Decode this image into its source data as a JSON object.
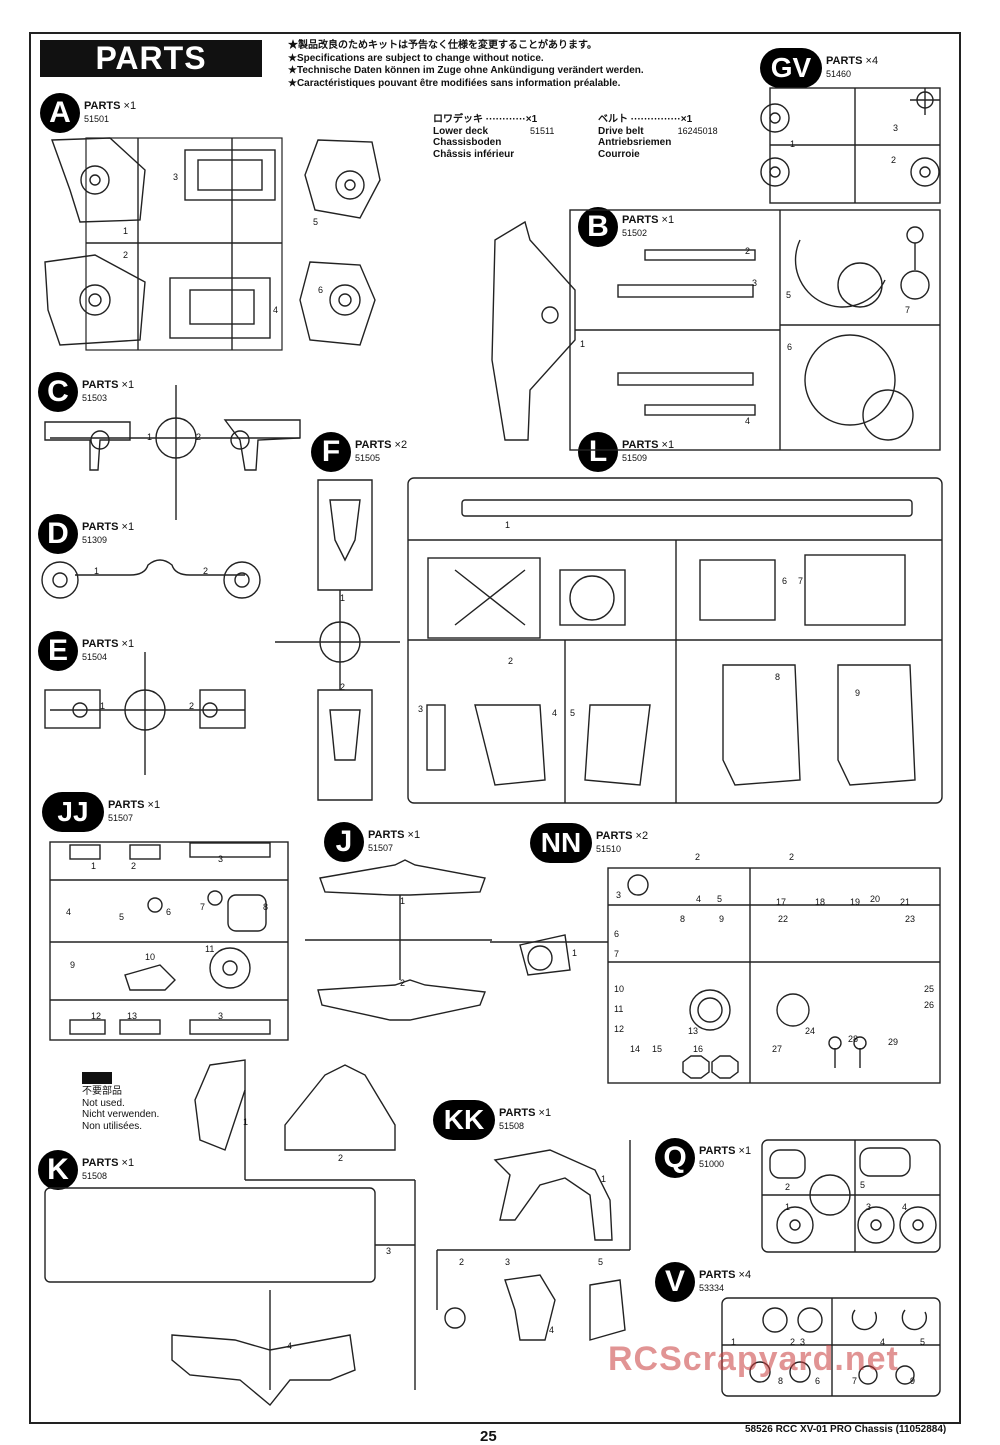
{
  "header": {
    "title": "PARTS",
    "notices": [
      "★製品改良のためキットは予告なく仕様を変更することがあります。",
      "★Specifications are subject to change without notice.",
      "★Technische Daten können im Zuge ohne Ankündigung verändert werden.",
      "★Caractéristiques pouvant être modifiées sans information préalable."
    ]
  },
  "loose_parts": {
    "lower_deck": {
      "ja": "ロワデッキ ············×1",
      "en": "Lower deck",
      "de": "Chassisboden",
      "fr": "Châssis inférieur",
      "code": "51511"
    },
    "drive_belt": {
      "ja": "ベルト ···············×1",
      "en": "Drive belt",
      "de": "Antriebsriemen",
      "fr": "Courroie",
      "code": "16245018"
    }
  },
  "trees": [
    {
      "id": "A",
      "label": "PARTS",
      "qty": "×1",
      "code": "51501"
    },
    {
      "id": "GV",
      "label": "PARTS",
      "qty": "×4",
      "code": "51460"
    },
    {
      "id": "B",
      "label": "PARTS",
      "qty": "×1",
      "code": "51502"
    },
    {
      "id": "C",
      "label": "PARTS",
      "qty": "×1",
      "code": "51503"
    },
    {
      "id": "F",
      "label": "PARTS",
      "qty": "×2",
      "code": "51505"
    },
    {
      "id": "L",
      "label": "PARTS",
      "qty": "×1",
      "code": "51509"
    },
    {
      "id": "D",
      "label": "PARTS",
      "qty": "×1",
      "code": "51309"
    },
    {
      "id": "E",
      "label": "PARTS",
      "qty": "×1",
      "code": "51504"
    },
    {
      "id": "JJ",
      "label": "PARTS",
      "qty": "×1",
      "code": "51507"
    },
    {
      "id": "J",
      "label": "PARTS",
      "qty": "×1",
      "code": "51507"
    },
    {
      "id": "NN",
      "label": "PARTS",
      "qty": "×2",
      "code": "51510"
    },
    {
      "id": "KK",
      "label": "PARTS",
      "qty": "×1",
      "code": "51508"
    },
    {
      "id": "K",
      "label": "PARTS",
      "qty": "×1",
      "code": "51508"
    },
    {
      "id": "Q",
      "label": "PARTS",
      "qty": "×1",
      "code": "51000"
    },
    {
      "id": "V",
      "label": "PARTS",
      "qty": "×4",
      "code": "53334"
    }
  ],
  "unused_legend": {
    "ja": "不要部品",
    "en": "Not used.",
    "de": "Nicht verwenden.",
    "fr": "Non utilisées."
  },
  "footer": {
    "page": "25",
    "doc": "58526  RCC XV-01 PRO Chassis (11052884)"
  },
  "watermark": "RCScrapyard.net"
}
